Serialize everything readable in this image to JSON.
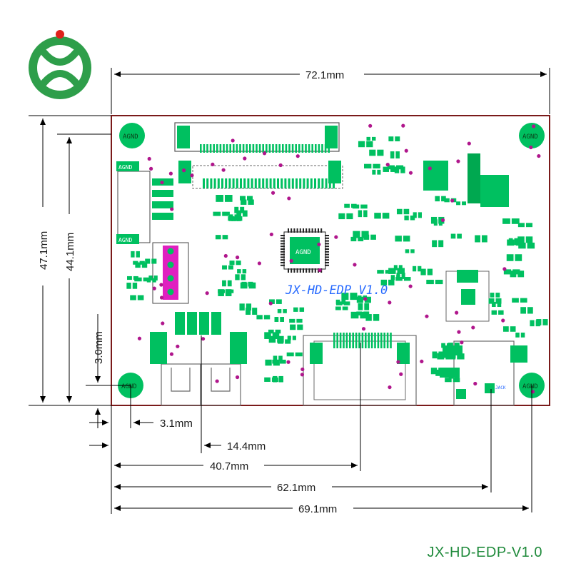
{
  "logo": {
    "name": "company-logo",
    "colors": {
      "ring": "#2e9e4a",
      "dot": "#e0211b"
    }
  },
  "dimensions": {
    "width_total": "72.1mm",
    "height_total": "47.1mm",
    "height_inner": "44.1mm",
    "offset_vertical": "3.0mm",
    "offset_3_1": "3.1mm",
    "offset_14_4": "14.4mm",
    "offset_40_7": "40.7mm",
    "offset_62_1": "62.1mm",
    "offset_69_1": "69.1mm"
  },
  "board": {
    "silkscreen_title": "JX-HD-EDP V1.0",
    "hole_label": "AGND",
    "pad_labels": {
      "agnd_small": "AGND",
      "chip": "AGND",
      "jack": "JACK"
    },
    "colors": {
      "outline": "#7a1a1a",
      "pad": "#00c060",
      "via": "#b0168c",
      "silk": "#2a6cff",
      "connector": "#6b6b6b"
    }
  },
  "model_label": "JX-HD-EDP-V1.0"
}
